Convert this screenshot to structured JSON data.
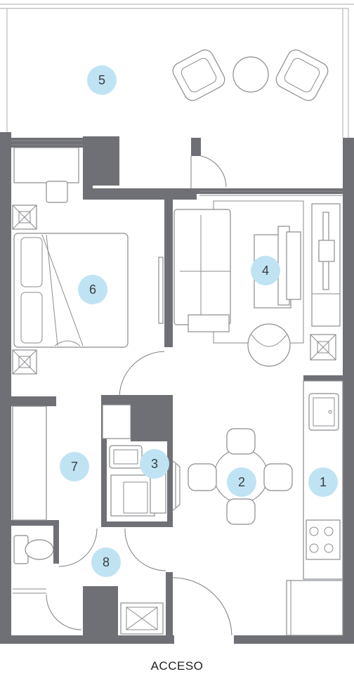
{
  "plan": {
    "entrance_label": "ACCESO",
    "rooms": [
      {
        "id": "room-1",
        "number": "1"
      },
      {
        "id": "room-2",
        "number": "2"
      },
      {
        "id": "room-3",
        "number": "3"
      },
      {
        "id": "room-4",
        "number": "4"
      },
      {
        "id": "room-5",
        "number": "5"
      },
      {
        "id": "room-6",
        "number": "6"
      },
      {
        "id": "room-7",
        "number": "7"
      },
      {
        "id": "room-8",
        "number": "8"
      }
    ],
    "colors": {
      "wall": "#6f7075",
      "room_marker": "#bfe3f3",
      "line": "#8a8b8f"
    }
  }
}
